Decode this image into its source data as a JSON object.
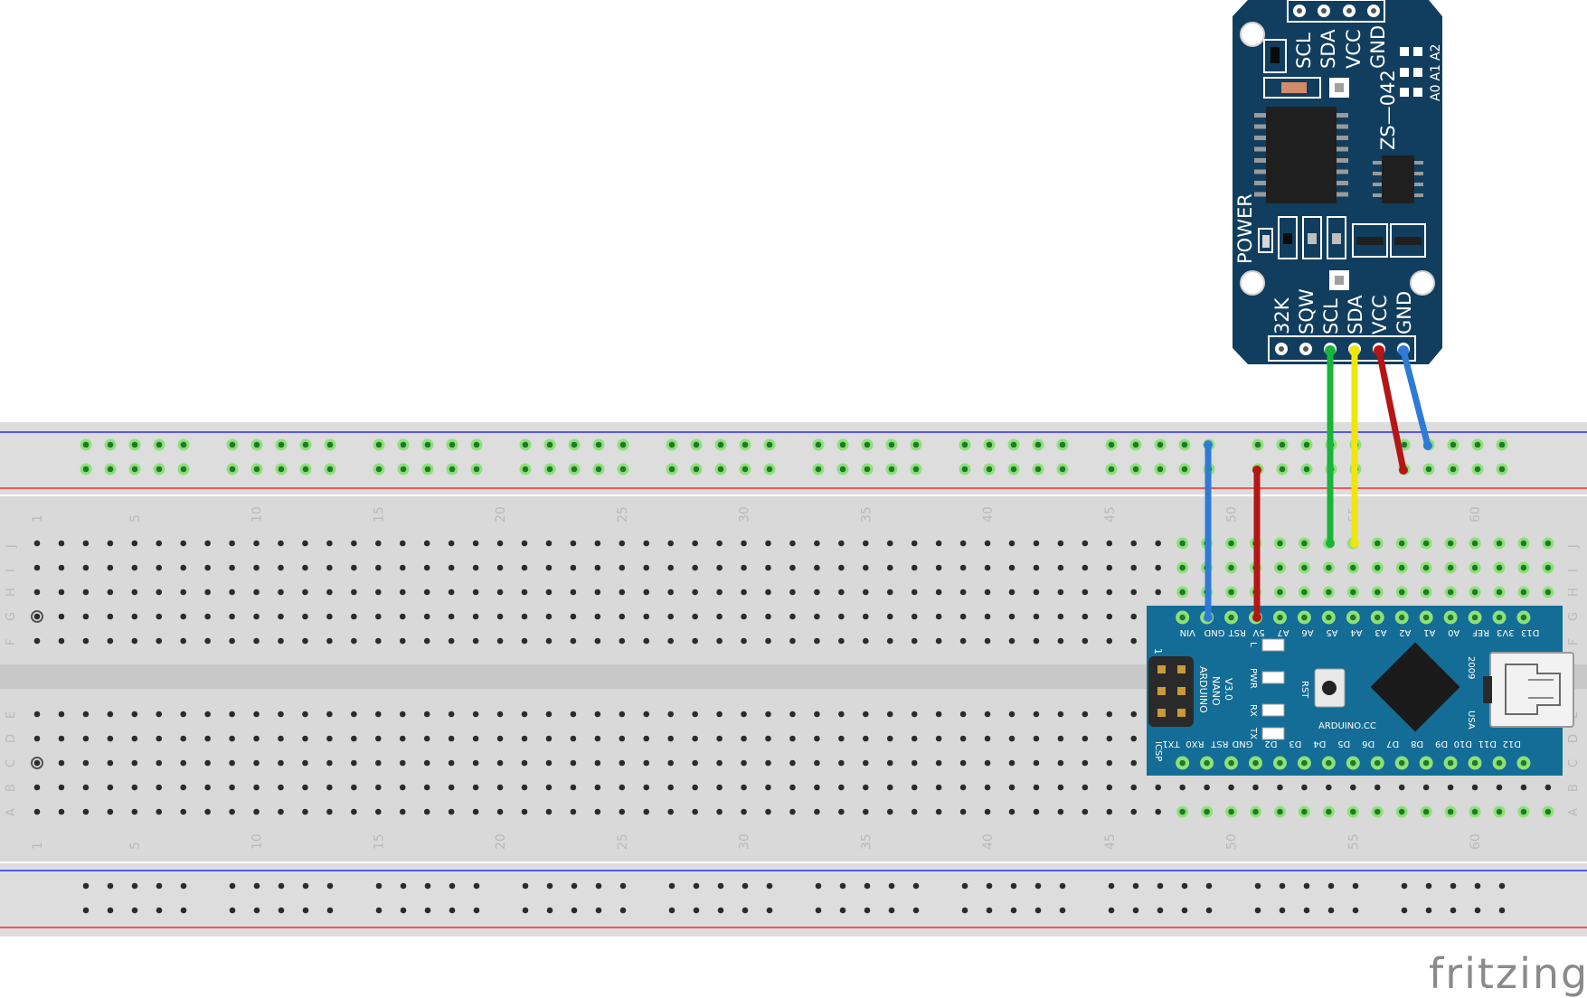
{
  "brand": "fritzing",
  "breadboard": {
    "column_numbers": [
      "1",
      "5",
      "10",
      "15",
      "20",
      "25",
      "30",
      "35",
      "40",
      "45",
      "50",
      "55",
      "60"
    ],
    "row_letters_top": [
      "J",
      "I",
      "H",
      "G",
      "F"
    ],
    "row_letters_bottom": [
      "E",
      "D",
      "C",
      "B",
      "A"
    ]
  },
  "rtc_module": {
    "name": "ZS—042",
    "top_pins": [
      "SCL",
      "SDA",
      "VCC",
      "GND"
    ],
    "address_labels": [
      "A0",
      "A1",
      "A2"
    ],
    "power_label": "POWER",
    "bottom_pins": [
      "32K",
      "SQW",
      "SCL",
      "SDA",
      "VCC",
      "GND"
    ]
  },
  "arduino": {
    "title_lines": [
      "ARDUINO",
      "NANO",
      "V3.0"
    ],
    "website": "ARDUINO.CC",
    "year": "2009",
    "usb_label": "USA",
    "rst_label": "RST",
    "icsp_label": "ICSP",
    "header_number": "1",
    "leds": [
      "L",
      "PWR",
      "RX",
      "TX"
    ],
    "top_pins": [
      "VIN",
      "GND",
      "RST",
      "5V",
      "A7",
      "A6",
      "A5",
      "A4",
      "A3",
      "A2",
      "A1",
      "A0",
      "REF",
      "3V3",
      "D13"
    ],
    "bottom_pins": [
      "TX1",
      "RX0",
      "RST",
      "GND",
      "D2",
      "D3",
      "D4",
      "D5",
      "D6",
      "D7",
      "D8",
      "D9",
      "D10",
      "D11",
      "D12"
    ]
  },
  "wires": [
    {
      "color": "#2e7bd6",
      "from": "GND rail",
      "to": "Nano GND"
    },
    {
      "color": "#b51515",
      "from": "5V rail",
      "to": "Nano 5V"
    },
    {
      "color": "#19b53a",
      "from": "RTC SCL",
      "to": "A5"
    },
    {
      "color": "#f0e60c",
      "from": "RTC SDA",
      "to": "A4"
    },
    {
      "color": "#b51515",
      "from": "RTC VCC",
      "to": "5V rail"
    },
    {
      "color": "#2e7bd6",
      "from": "RTC GND",
      "to": "GND rail"
    }
  ]
}
